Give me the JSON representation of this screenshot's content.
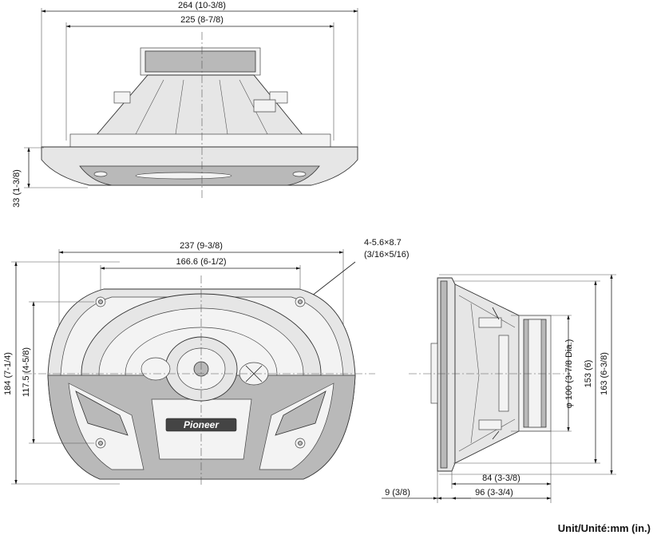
{
  "top_view": {
    "overall_width": "264 (10-3/8)",
    "mount_width": "225 (8-7/8)",
    "depth_height": "33 (1-3/8)"
  },
  "front_view": {
    "overall_width": "237 (9-3/8)",
    "hole_spacing": "166.6 (6-1/2)",
    "hole_spec_line1": "4-5.6×8.7",
    "hole_spec_line2": "(3/16×5/16)",
    "overall_height": "184 (7-1/4)",
    "hole_height": "117.5 (4-5/8)",
    "brand_logo": "Pioneer"
  },
  "side_view": {
    "magnet_dia": "φ 100 (3-7/8 Dia.)",
    "cutout_height": "153 (6)",
    "overall_height": "163 (6-3/8)",
    "mount_depth": "84 (3-3/8)",
    "flange_thickness": "9 (3/8)",
    "overall_depth": "96 (3-3/4)"
  },
  "unit_note": "Unit/Unité:mm (in.)"
}
